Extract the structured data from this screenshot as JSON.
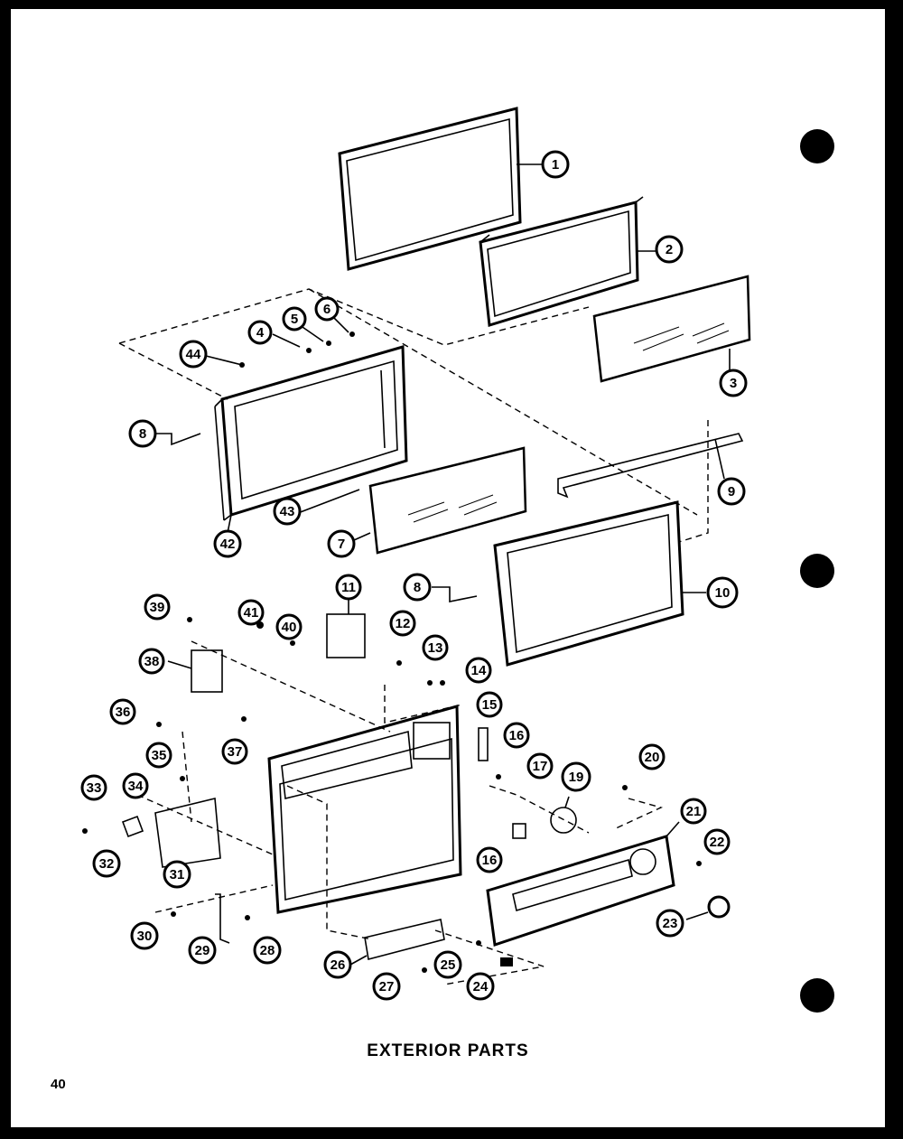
{
  "diagram": {
    "caption": "EXTERIOR PARTS",
    "page_number": "40",
    "callouts": [
      {
        "id": "c1",
        "label": "1"
      },
      {
        "id": "c2",
        "label": "2"
      },
      {
        "id": "c3",
        "label": "3"
      },
      {
        "id": "c4",
        "label": "4"
      },
      {
        "id": "c5",
        "label": "5"
      },
      {
        "id": "c6",
        "label": "6"
      },
      {
        "id": "c7",
        "label": "7"
      },
      {
        "id": "c8a",
        "label": "8"
      },
      {
        "id": "c8b",
        "label": "8"
      },
      {
        "id": "c9",
        "label": "9"
      },
      {
        "id": "c10",
        "label": "10"
      },
      {
        "id": "c11",
        "label": "11"
      },
      {
        "id": "c12",
        "label": "12"
      },
      {
        "id": "c13",
        "label": "13"
      },
      {
        "id": "c14",
        "label": "14"
      },
      {
        "id": "c15",
        "label": "15"
      },
      {
        "id": "c16a",
        "label": "16"
      },
      {
        "id": "c16b",
        "label": "16"
      },
      {
        "id": "c17",
        "label": "17"
      },
      {
        "id": "c19",
        "label": "19"
      },
      {
        "id": "c20",
        "label": "20"
      },
      {
        "id": "c21",
        "label": "21"
      },
      {
        "id": "c22",
        "label": "22"
      },
      {
        "id": "c23",
        "label": "23"
      },
      {
        "id": "c24",
        "label": "24"
      },
      {
        "id": "c25",
        "label": "25"
      },
      {
        "id": "c26",
        "label": "26"
      },
      {
        "id": "c27",
        "label": "27"
      },
      {
        "id": "c28",
        "label": "28"
      },
      {
        "id": "c29",
        "label": "29"
      },
      {
        "id": "c30",
        "label": "30"
      },
      {
        "id": "c31",
        "label": "31"
      },
      {
        "id": "c32",
        "label": "32"
      },
      {
        "id": "c33",
        "label": "33"
      },
      {
        "id": "c34",
        "label": "34"
      },
      {
        "id": "c35",
        "label": "35"
      },
      {
        "id": "c36",
        "label": "36"
      },
      {
        "id": "c37",
        "label": "37"
      },
      {
        "id": "c38",
        "label": "38"
      },
      {
        "id": "c39",
        "label": "39"
      },
      {
        "id": "c40",
        "label": "40"
      },
      {
        "id": "c41",
        "label": "41"
      },
      {
        "id": "c42",
        "label": "42"
      },
      {
        "id": "c43",
        "label": "43"
      },
      {
        "id": "c44",
        "label": "44"
      }
    ]
  }
}
